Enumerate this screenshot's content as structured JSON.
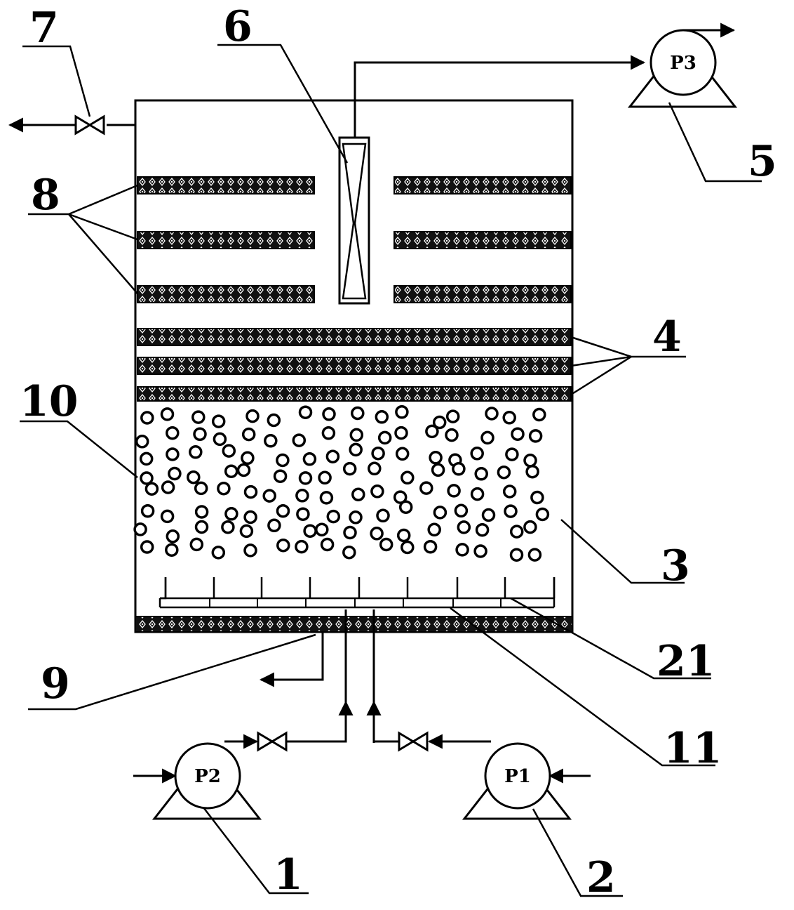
{
  "labels": {
    "l1": "1",
    "l2": "2",
    "l3": "3",
    "l4": "4",
    "l5": "5",
    "l6": "6",
    "l7": "7",
    "l8": "8",
    "l9": "9",
    "l10": "10",
    "l11": "11",
    "l21": "21"
  },
  "pumps": {
    "p1": "P1",
    "p2": "P2",
    "p3": "P3"
  },
  "colors": {
    "ink": "#000000",
    "background": "#ffffff",
    "mesh_fill": "#1a1a1a"
  }
}
